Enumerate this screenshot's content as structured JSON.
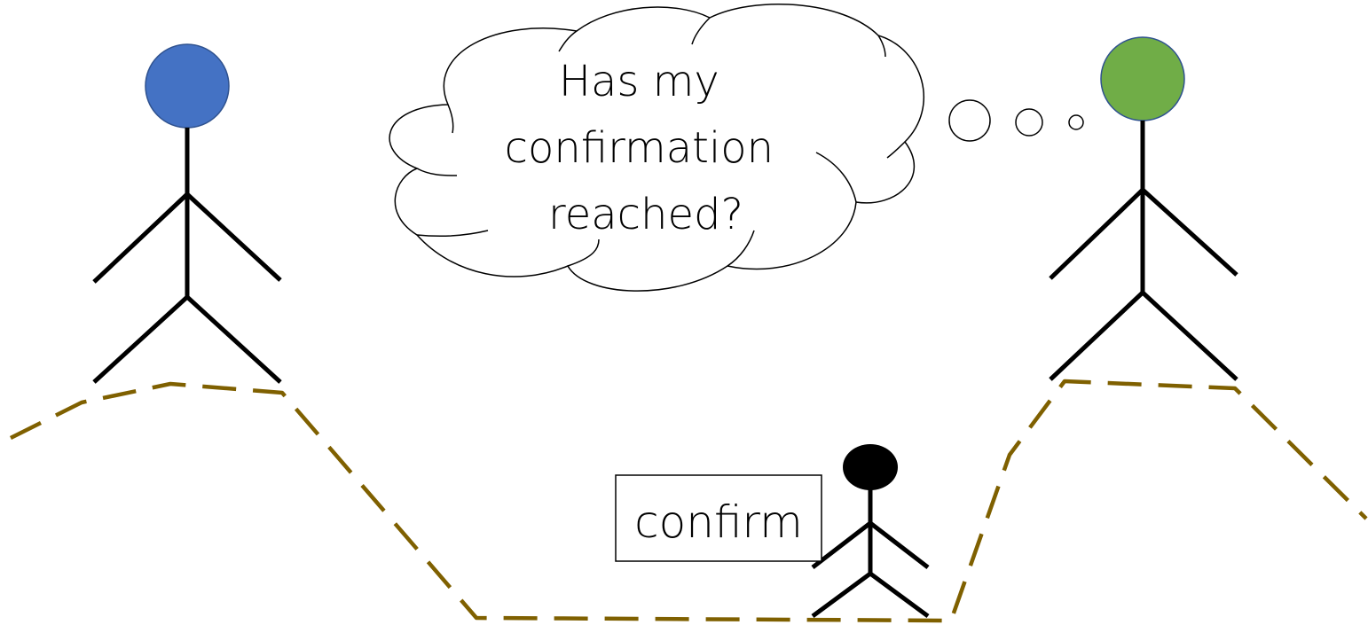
{
  "diagram": {
    "thought_bubble": {
      "lines": [
        "Has my",
        "confirmation",
        "reached?"
      ]
    },
    "message": {
      "label": "confirm"
    },
    "colors": {
      "sender_head": "#4472c4",
      "receiver_head": "#70ad47",
      "messenger_head": "#000000",
      "terrain": "#7f6000",
      "ink": "#000000"
    }
  }
}
